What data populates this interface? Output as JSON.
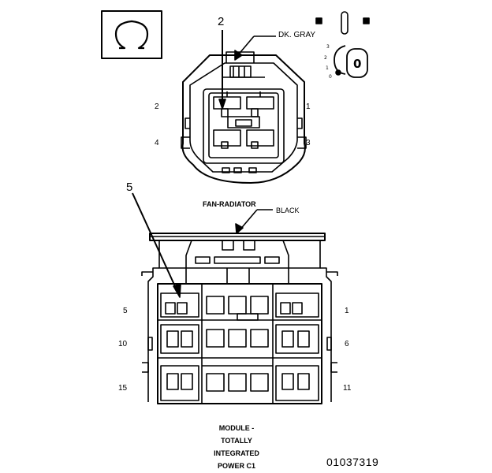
{
  "omega_symbol": "Ω",
  "top_connector": {
    "callout": "2",
    "color_label": "DK. GRAY",
    "pin_left_top": "2",
    "pin_right_top": "1",
    "pin_left_bottom": "4",
    "pin_right_bottom": "3"
  },
  "key_switch": {
    "positions": [
      "3",
      "2",
      "1",
      "0"
    ],
    "key_label": "0"
  },
  "bottom_connector": {
    "callout": "5",
    "name_label": "FAN-RADIATOR",
    "color_label": "BLACK",
    "row_labels_left": [
      "5",
      "10",
      "15"
    ],
    "row_labels_right": [
      "1",
      "6",
      "11"
    ]
  },
  "caption_lines": [
    "MODULE -",
    "TOTALLY",
    "INTEGRATED",
    "POWER C1"
  ],
  "figure_number": "01037319"
}
